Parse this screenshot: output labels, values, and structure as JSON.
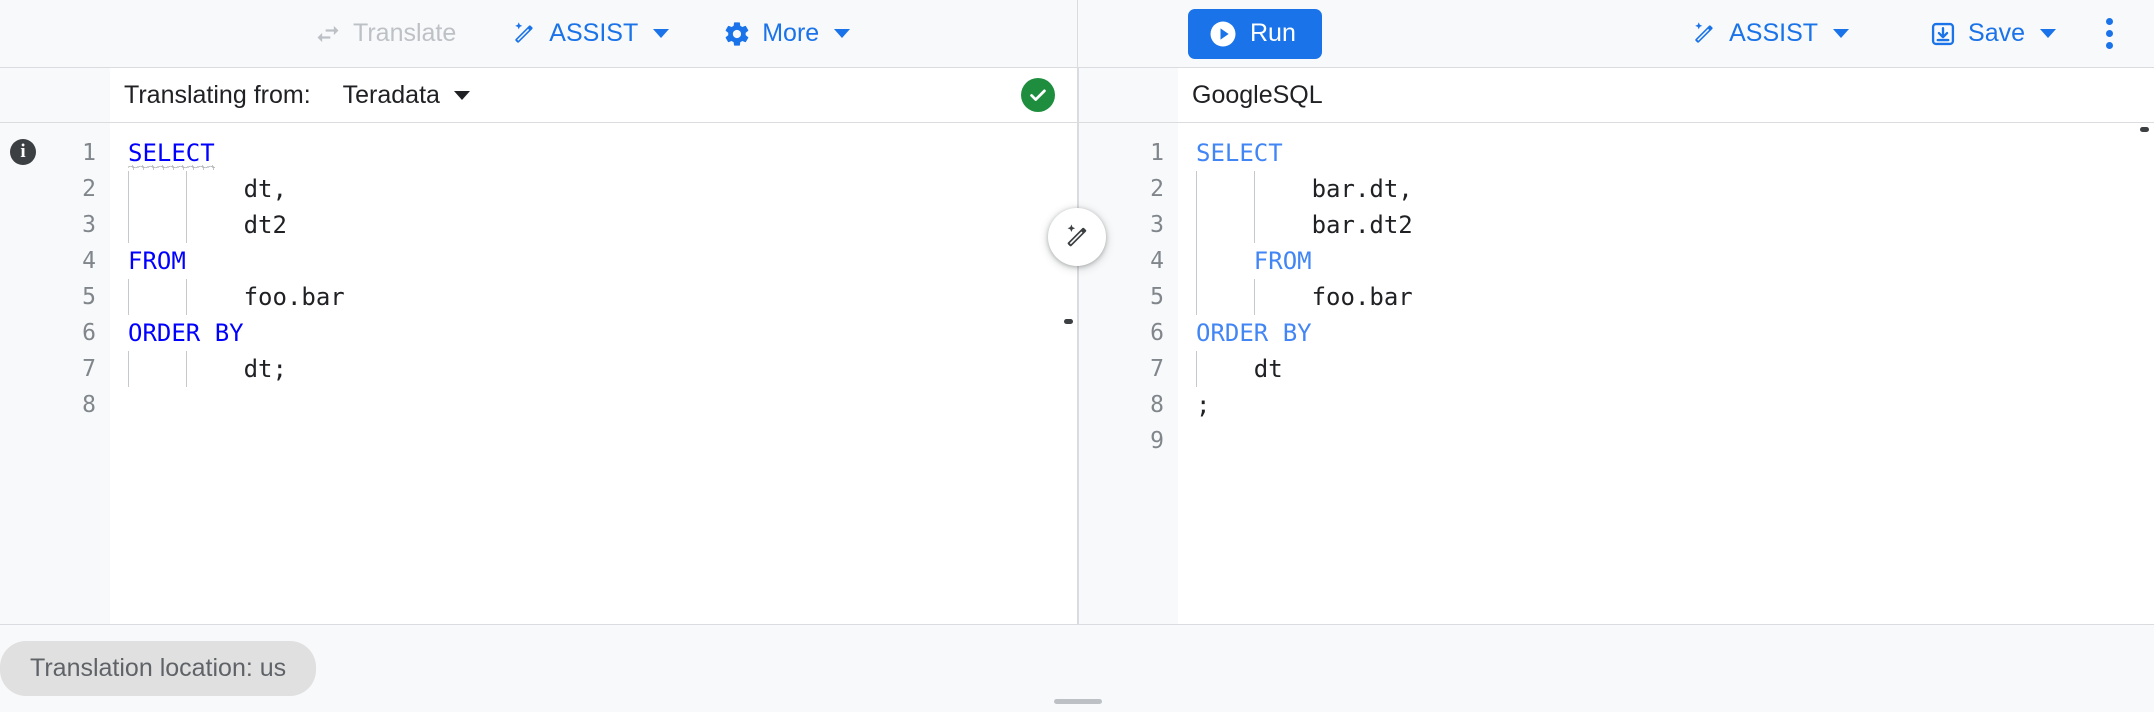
{
  "toolbar": {
    "left": [
      {
        "label": "Translate",
        "icon": "translate-swap-icon",
        "disabled": true
      },
      {
        "label": "ASSIST",
        "icon": "magic-wand-icon",
        "disabled": false
      },
      {
        "label": "More",
        "icon": "gear-icon",
        "disabled": false
      }
    ],
    "run_label": "Run",
    "run_icon": "play-circle-icon",
    "assist_label": "ASSIST",
    "save_label": "Save",
    "overflow_icon": "more-vert-icon",
    "accent_color": "#1a73e8"
  },
  "source_pane": {
    "header_label": "Translating from:",
    "dialect": "Teradata",
    "status_icon": "check-circle-icon",
    "status_color": "#1e8e3e",
    "info_icon": "info-icon",
    "line_numbers": [
      "1",
      "2",
      "3",
      "4",
      "5",
      "6",
      "7",
      "8"
    ],
    "lines": [
      {
        "indent": 0,
        "kw": "SELECT",
        "rest": "",
        "squiggle": true,
        "guides": 0
      },
      {
        "indent": 2,
        "kw": "",
        "rest": "dt,",
        "squiggle": false,
        "guides": 2
      },
      {
        "indent": 2,
        "kw": "",
        "rest": "dt2",
        "squiggle": false,
        "guides": 2
      },
      {
        "indent": 0,
        "kw": "FROM",
        "rest": "",
        "squiggle": false,
        "guides": 0
      },
      {
        "indent": 2,
        "kw": "",
        "rest": "foo.bar",
        "squiggle": false,
        "guides": 2
      },
      {
        "indent": 0,
        "kw": "ORDER BY",
        "rest": "",
        "squiggle": false,
        "guides": 0
      },
      {
        "indent": 2,
        "kw": "",
        "rest": "dt;",
        "squiggle": false,
        "guides": 2
      },
      {
        "indent": 0,
        "kw": "",
        "rest": "",
        "squiggle": false,
        "guides": 0
      }
    ],
    "keyword_color": "#0000ff"
  },
  "target_pane": {
    "header_label": "GoogleSQL",
    "line_numbers": [
      "1",
      "2",
      "3",
      "4",
      "5",
      "6",
      "7",
      "8",
      "9"
    ],
    "lines": [
      {
        "indent": 0,
        "kw": "SELECT",
        "rest": "",
        "guides": 0
      },
      {
        "indent": 2,
        "kw": "",
        "rest": "bar.dt,",
        "guides": 2
      },
      {
        "indent": 2,
        "kw": "",
        "rest": "bar.dt2",
        "guides": 2
      },
      {
        "indent": 1,
        "kw": "FROM",
        "rest": "",
        "guides": 1
      },
      {
        "indent": 2,
        "kw": "",
        "rest": "foo.bar",
        "guides": 2
      },
      {
        "indent": 0,
        "kw": "ORDER BY",
        "rest": "",
        "guides": 0
      },
      {
        "indent": 1,
        "kw": "",
        "rest": "dt",
        "guides": 1
      },
      {
        "indent": 0,
        "kw": "",
        "rest": ";",
        "guides": 0
      },
      {
        "indent": 0,
        "kw": "",
        "rest": "",
        "guides": 0
      }
    ],
    "keyword_color": "#4285f4",
    "magic_icon": "magic-wand-icon"
  },
  "bottom": {
    "location_chip": "Translation location: us"
  }
}
